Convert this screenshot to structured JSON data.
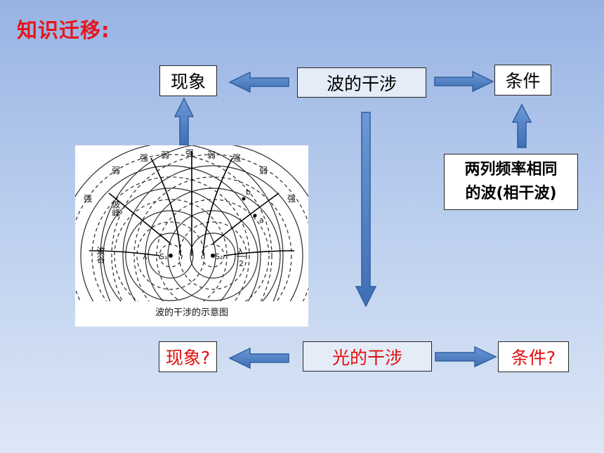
{
  "slide": {
    "title": "知识迁移:"
  },
  "boxes": {
    "phenomenon_top": "现象",
    "wave_interference": "波的干涉",
    "condition_top": "条件",
    "coherent_line1": "两列频率相同",
    "coherent_line2": "的波(相干波)",
    "phenomenon_bottom": "现象?",
    "light_interference": "光的干涉",
    "condition_bottom": "条件?"
  },
  "figure": {
    "caption": "波的干涉的示意图",
    "labels": {
      "strong": "强",
      "weak": "弱",
      "crest": "波峰",
      "trough": "波谷",
      "s1": "S₁",
      "s2": "S₂",
      "lambda": "λ",
      "half_lambda_num": "λ",
      "half_lambda_den": "2",
      "a": "a",
      "b": "b"
    }
  },
  "colors": {
    "title": "#e8141c",
    "arrow_fill": "#4f7fc4",
    "arrow_stroke": "#2f5f9e",
    "question_text": "#e0100f"
  }
}
